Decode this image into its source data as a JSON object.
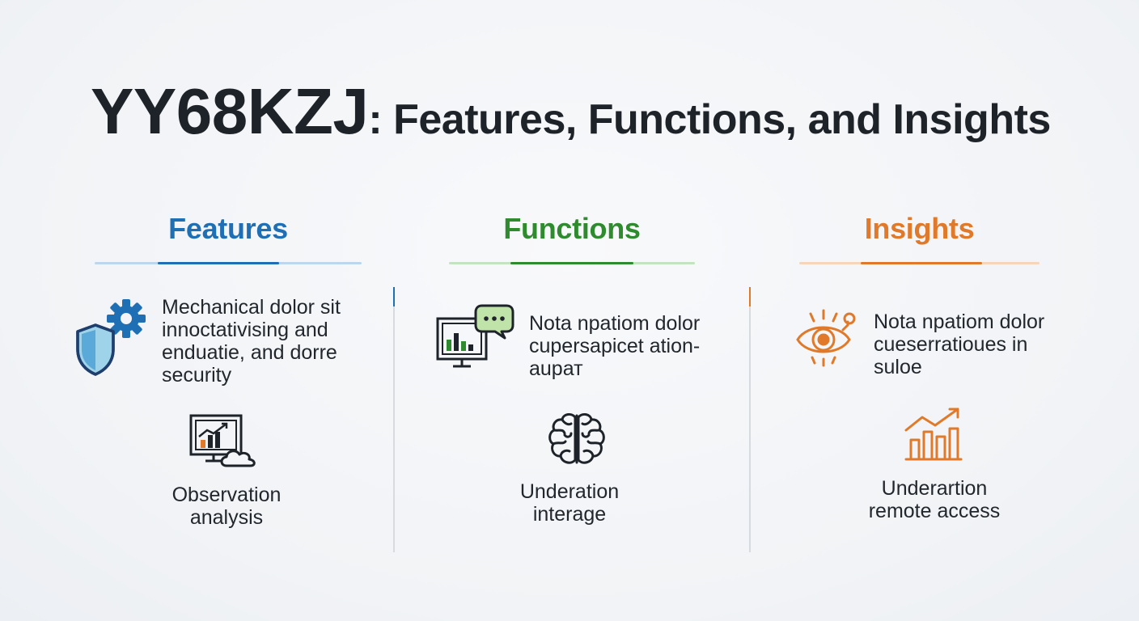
{
  "title": {
    "code": "YY68KZJ",
    "rest": ": Features, Functions, and Insights"
  },
  "colors": {
    "features": "#1f6fb5",
    "functions": "#2e8b2e",
    "insights": "#e07a2a",
    "text": "#22272d"
  },
  "columns": [
    {
      "heading": "Features",
      "item1": {
        "icon": "shield-gear-icon",
        "lines": [
          "Mechanical dolor sit",
          "innoctativising and",
          "enduatie, and dorre",
          "security"
        ]
      },
      "item2": {
        "icon": "chart-cloud-icon",
        "lines": [
          "Observation",
          "analysis"
        ]
      }
    },
    {
      "heading": "Functions",
      "item1": {
        "icon": "monitor-chat-icon",
        "lines": [
          "Nota npatiom dolor",
          "cupersapicet ation-",
          "aupат"
        ]
      },
      "item2": {
        "icon": "brain-icon",
        "lines": [
          "Underation",
          "interage"
        ]
      }
    },
    {
      "heading": "Insights",
      "item1": {
        "icon": "eye-icon",
        "lines": [
          "Nota npatiom dolor",
          "cueserratioues in",
          "suloe"
        ]
      },
      "item2": {
        "icon": "growth-chart-icon",
        "lines": [
          "Underartion",
          "remote access"
        ]
      }
    }
  ]
}
